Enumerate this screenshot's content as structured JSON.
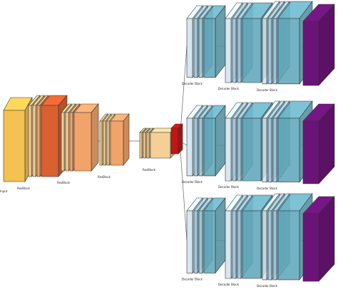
{
  "colors": {
    "input": "#f4c152",
    "encoder_light": "#f6cf96",
    "encoder_mid": "#f1a36a",
    "encoder_dark": "#d9602f",
    "bottleneck": "#c41414",
    "decoder_light": "#cfe3ee",
    "decoder_mid": "#9cc8da",
    "decoder_dark": "#5ba5b8",
    "output": "#6a1478",
    "edge": "#333333",
    "arrow": "#666666"
  },
  "encoder": {
    "input_label": "Input",
    "block_labels": [
      "ResBlock",
      "ResBlock",
      "ResBlock",
      "ResBlock"
    ]
  },
  "decoders": [
    {
      "block_labels": [
        "Decoder Block",
        "Decoder Block",
        "Decoder Block"
      ],
      "output_label": ""
    },
    {
      "block_labels": [
        "Decoder Block",
        "Decoder Block",
        "Decoder Block"
      ],
      "output_label": ""
    },
    {
      "block_labels": [
        "Decoder Block",
        "Decoder Block",
        "Decoder Block"
      ],
      "output_label": ""
    }
  ]
}
